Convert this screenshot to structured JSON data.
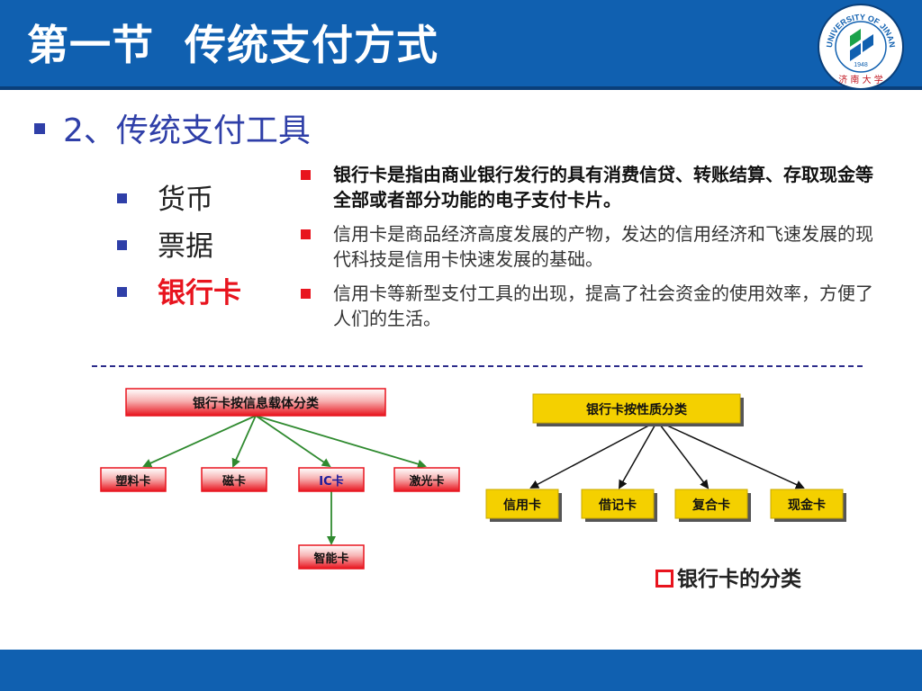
{
  "header": {
    "title": "第一节  传统支付方式",
    "logo_text": "UNIVERSITY OF JINAN",
    "logo_year": "1948"
  },
  "subtitle": "2、传统支付工具",
  "left_list": [
    {
      "label": "货币"
    },
    {
      "label": "票据"
    },
    {
      "label": "银行卡"
    }
  ],
  "right_list": [
    {
      "text": "银行卡是指由商业银行发行的具有消费信贷、转账结算、存取现金等全部或者部分功能的电子支付卡片。"
    },
    {
      "text": "信用卡是商品经济高度发展的产物，发达的信用经济和飞速发展的现代科技是信用卡快速发展的基础。"
    },
    {
      "text": "信用卡等新型支付工具的出现，提高了社会资金的使用效率，方便了人们的生活。"
    }
  ],
  "diagram_left": {
    "root": "银行卡按信息载体分类",
    "children": [
      "塑料卡",
      "磁卡",
      "IC卡",
      "激光卡"
    ],
    "sub": "智能卡"
  },
  "diagram_right": {
    "root": "银行卡按性质分类",
    "children": [
      "信用卡",
      "借记卡",
      "复合卡",
      "现金卡"
    ]
  },
  "caption": "银行卡的分类",
  "colors": {
    "header_blue": "#1060b0",
    "accent_red": "#e8141e",
    "bullet_blue": "#2f3fa8",
    "yellow": "#f4d000"
  }
}
